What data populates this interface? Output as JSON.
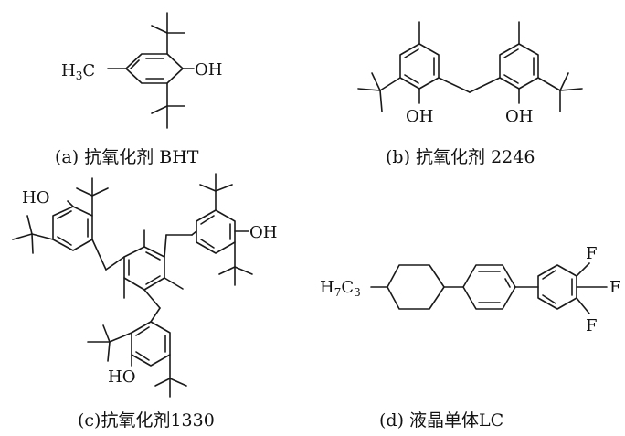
{
  "captions": {
    "a": "(a) 抗氧化剂 BHT",
    "b": "(b) 抗氧化剂 2246",
    "c": "(c)抗氧化剂1330",
    "d": "(d) 液晶单体LC"
  },
  "labels": {
    "a_h3c": "H",
    "a_h3c_sub": "3",
    "a_h3c_c": "C",
    "a_oh": "OH",
    "b_oh1": "OH",
    "b_oh2": "OH",
    "c_ho1": "HO",
    "c_oh": "OH",
    "c_ho2": "HO",
    "d_h7c3_h": "H",
    "d_h7c3_7": "7",
    "d_h7c3_c": "C",
    "d_h7c3_3": "3",
    "d_f1": "F",
    "d_f2": "F",
    "d_f3": "F"
  }
}
